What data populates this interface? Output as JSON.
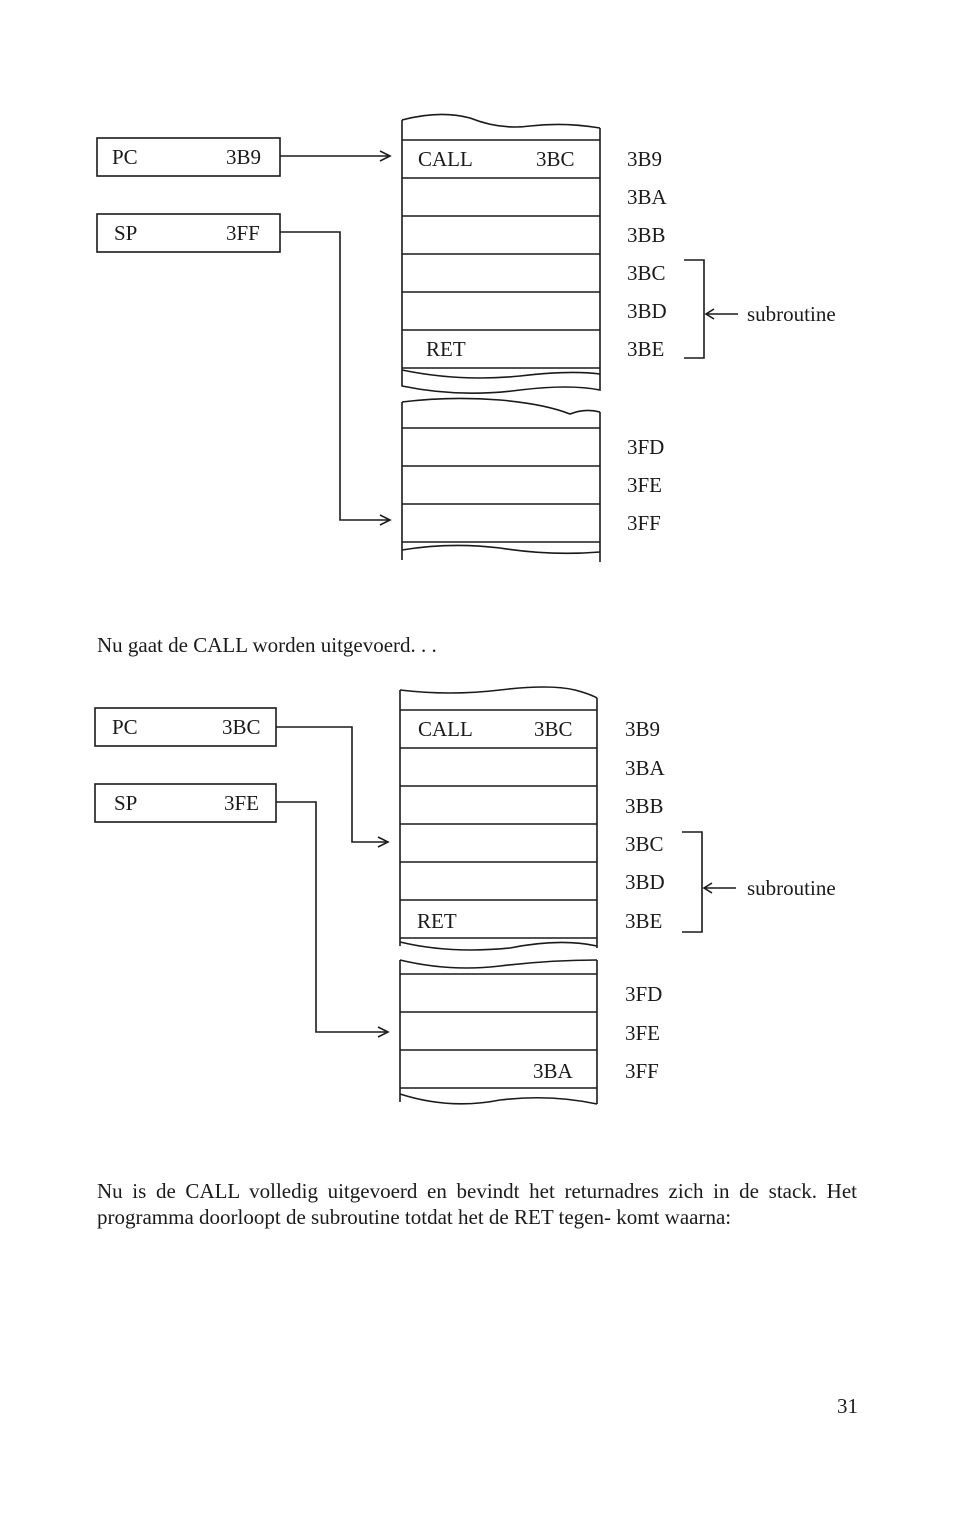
{
  "diagram_before": {
    "pc_register": {
      "label": "PC",
      "value": "3B9"
    },
    "sp_register": {
      "label": "SP",
      "value": "3FF"
    },
    "program_memory": [
      {
        "content": "CALL",
        "operand": "3BC",
        "address": "3B9"
      },
      {
        "content": "",
        "operand": "",
        "address": "3BA"
      },
      {
        "content": "",
        "operand": "",
        "address": "3BB"
      },
      {
        "content": "",
        "operand": "",
        "address": "3BC"
      },
      {
        "content": "",
        "operand": "",
        "address": "3BD"
      },
      {
        "content": "RET",
        "operand": "",
        "address": "3BE"
      }
    ],
    "stack_memory": [
      {
        "content": "",
        "address": "3FD"
      },
      {
        "content": "",
        "address": "3FE"
      },
      {
        "content": "",
        "address": "3FF"
      }
    ],
    "subroutine_label": "subroutine"
  },
  "text_between": "Nu gaat de CALL worden uitgevoerd. . .",
  "diagram_after": {
    "pc_register": {
      "label": "PC",
      "value": "3BC"
    },
    "sp_register": {
      "label": "SP",
      "value": "3FE"
    },
    "program_memory": [
      {
        "content": "CALL",
        "operand": "3BC",
        "address": "3B9"
      },
      {
        "content": "",
        "operand": "",
        "address": "3BA"
      },
      {
        "content": "",
        "operand": "",
        "address": "3BB"
      },
      {
        "content": "",
        "operand": "",
        "address": "3BC"
      },
      {
        "content": "",
        "operand": "",
        "address": "3BD"
      },
      {
        "content": "RET",
        "operand": "",
        "address": "3BE"
      }
    ],
    "stack_memory": [
      {
        "content": "",
        "address": "3FD"
      },
      {
        "content": "",
        "address": "3FE"
      },
      {
        "content": "3BA",
        "address": "3FF"
      }
    ],
    "subroutine_label": "subroutine"
  },
  "text_after": {
    "line1": "Nu is de CALL volledig uitgevoerd en bevindt het returnadres zich in de",
    "line2": "stack. Het programma doorloopt de subroutine totdat het de RET tegen-",
    "line3": "komt waarna:"
  },
  "page_number": "31"
}
